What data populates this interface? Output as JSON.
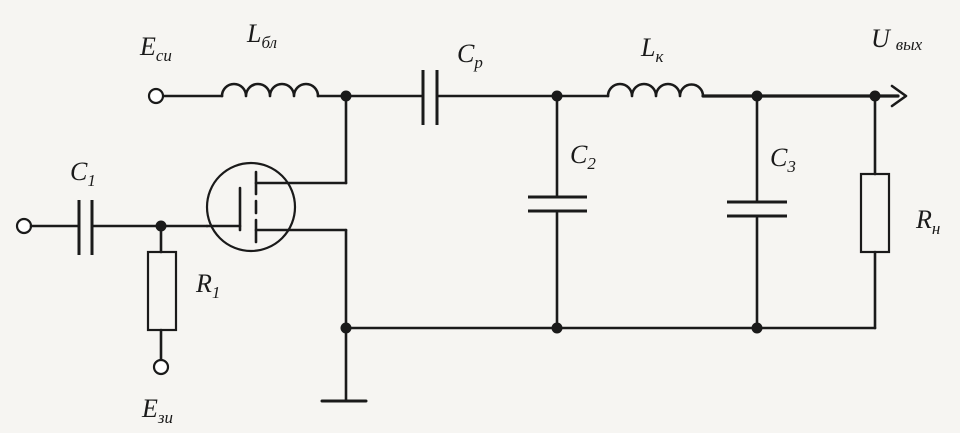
{
  "diagram": {
    "labels": {
      "e_si": {
        "main": "E",
        "sub": "си"
      },
      "l_bl": {
        "main": "L",
        "sub": "бл"
      },
      "c_p": {
        "main": "C",
        "sub": "р"
      },
      "l_k": {
        "main": "L",
        "sub": "к"
      },
      "u_out": {
        "main": "U",
        "sub": "вых"
      },
      "c1": {
        "main": "C",
        "sub": "1"
      },
      "r1": {
        "main": "R",
        "sub": "1"
      },
      "c2": {
        "main": "C",
        "sub": "2"
      },
      "c3": {
        "main": "C",
        "sub": "3"
      },
      "r_n": {
        "main": "R",
        "sub": "н"
      },
      "e_zi": {
        "main": "E",
        "sub": "зи"
      }
    }
  }
}
